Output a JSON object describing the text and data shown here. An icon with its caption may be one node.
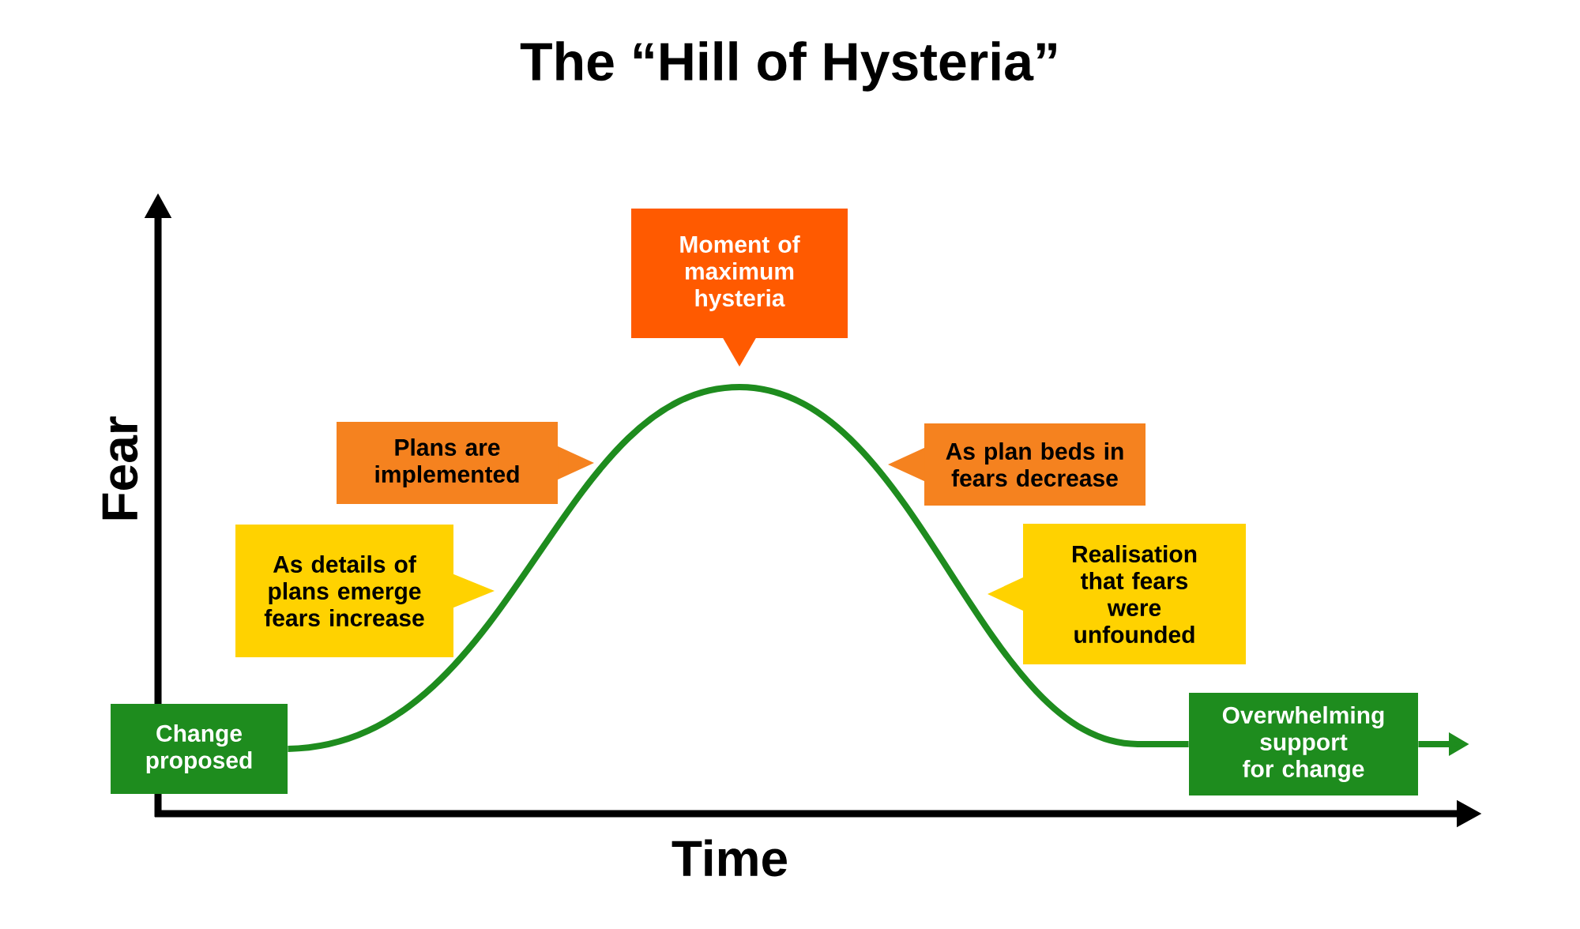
{
  "diagram": {
    "title": "The “Hill of Hysteria”",
    "nodes": [
      {
        "text": [
          "Change proposed"
        ]
      },
      {
        "text": [
          "As details of plans emerge fears increase"
        ]
      },
      {
        "text": [
          "Plans are implemented"
        ]
      },
      {
        "text": [
          "Moment of maximum hysteria"
        ]
      },
      {
        "text": [
          "As plan beds in fears decrease"
        ]
      },
      {
        "text": [
          "Realisation that fears were unfounded"
        ]
      },
      {
        "text": [
          "Overwhelming support for change"
        ]
      }
    ],
    "edges": [
      {
        "from": 0,
        "to": 6,
        "arrow": "none"
      },
      {
        "from": 6,
        "to": null,
        "arrow": "to"
      }
    ],
    "labels": [
      "Fear",
      "Time"
    ]
  }
}
